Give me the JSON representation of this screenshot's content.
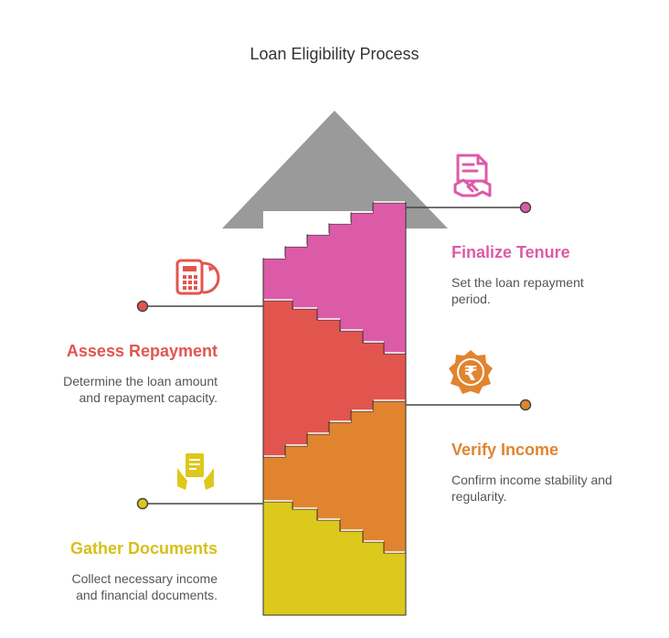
{
  "title": "Loan Eligibility Process",
  "colors": {
    "arrow_head": "#9a9a9a",
    "finalize": "#dc5ba8",
    "assess": "#e2554f",
    "verify": "#e08430",
    "gather": "#ddc81c",
    "connector": "#444444"
  },
  "steps": [
    {
      "id": "finalize",
      "title": "Finalize Tenure",
      "description": "Set the loan repayment period.",
      "icon": "document-handshake-icon"
    },
    {
      "id": "assess",
      "title": "Assess Repayment",
      "description": "Determine the loan amount and repayment capacity.",
      "icon": "calculator-refresh-icon"
    },
    {
      "id": "verify",
      "title": "Verify Income",
      "description": "Confirm income stability and regularity.",
      "icon": "rupee-badge-icon"
    },
    {
      "id": "gather",
      "title": "Gather Documents",
      "description": "Collect necessary income and financial documents.",
      "icon": "document-hands-icon"
    }
  ]
}
